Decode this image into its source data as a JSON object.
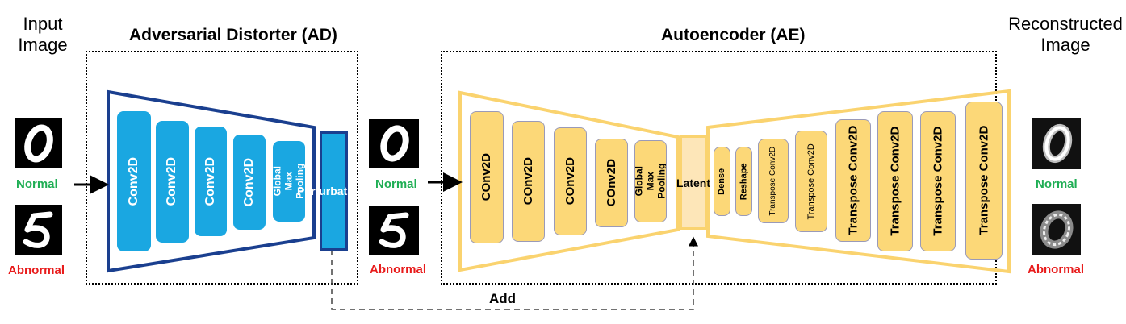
{
  "titles": {
    "input": "Input\nImage",
    "reconstructed": "Reconstructed\nImage",
    "ad": "Adversarial Distorter (AD)",
    "ae": "Autoencoder (AE)"
  },
  "tags": {
    "normal": "Normal",
    "abnormal": "Abnormal"
  },
  "ad_layers": [
    "Conv2D",
    "Conv2D",
    "Conv2D",
    "Conv2D",
    "Global\nMax Pooling"
  ],
  "perturbations": "Perturbations",
  "encoder_layers": [
    "COnv2D",
    "COnv2D",
    "COnv2D",
    "COnv2D",
    "Global\nMax Pooling"
  ],
  "latent": "Latent",
  "decoder_layers": [
    "Dense",
    "Reshape",
    "Transpose Conv2D",
    "Transpose Conv2D",
    "Transpose Conv2D",
    "Transpose Conv2D",
    "Transpose Conv2D",
    "Transpose Conv2D"
  ],
  "add_label": "Add",
  "colors": {
    "ad_fill": "#1aa7e1",
    "ad_border": "#1a3f8f",
    "ae_fill": "#fcd878",
    "ae_border": "#fad36f",
    "normal": "#1fae54",
    "abnormal": "#e81b1b"
  },
  "icons": {
    "digit_zero": "handwritten-zero-digit",
    "digit_five": "handwritten-five-digit",
    "reconstructed_zero": "blurry-zero-digit"
  }
}
